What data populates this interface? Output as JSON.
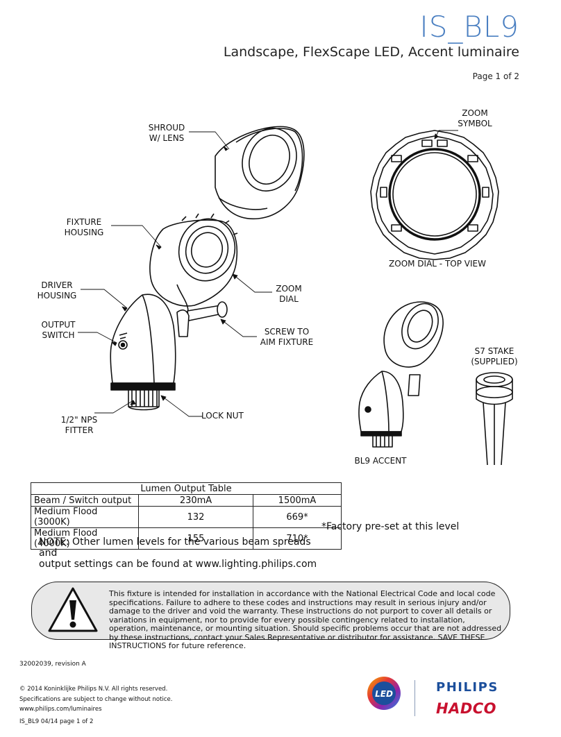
{
  "header": {
    "title": "IS_BL9",
    "subtitle": "Landscape, FlexScape LED, Accent luminaire",
    "page": "Page 1 of 2"
  },
  "labels": {
    "shroud_1": "SHROUD",
    "shroud_2": "W/ LENS",
    "fixture_1": "FIXTURE",
    "fixture_2": "HOUSING",
    "driver_1": "DRIVER",
    "driver_2": "HOUSING",
    "output_1": "OUTPUT",
    "output_2": "SWITCH",
    "nps_1": "1/2\" NPS",
    "nps_2": "FITTER",
    "zoomdial_1": "ZOOM",
    "zoomdial_2": "DIAL",
    "screw_1": "SCREW TO",
    "screw_2": "AIM FIXTURE",
    "locknut": "LOCK NUT",
    "zoomsym_1": "ZOOM",
    "zoomsym_2": "SYMBOL",
    "topview": "ZOOM DIAL - TOP VIEW",
    "stake_1": "S7 STAKE",
    "stake_2": "(SUPPLIED)",
    "accent": "BL9 ACCENT"
  },
  "table": {
    "caption": "Lumen Output Table",
    "headers": [
      "Beam / Switch output",
      "230mA",
      "1500mA"
    ],
    "rows": [
      [
        "Medium Flood (3000K)",
        "132",
        "669*"
      ],
      [
        "Medium Flood (4000K)",
        "155",
        "710*"
      ]
    ]
  },
  "factory_note": "*Factory pre-set at this level",
  "note_1": "NOTE:  Other lumen levels for the various beam spreads and",
  "note_2": "output settings can be found at www.lighting.philips.com",
  "warning": "This fixture is intended for installation in accordance with the National Electrical Code and local code specifications.  Failure to adhere to these codes and instructions may result in serious injury and/or damage to the driver and void the warranty.  These instructions do not purport to cover all details or variations in equipment, nor to provide for every possible contingency related to installation, operation, maintenance, or mounting situation.  Should specific problems occur that are not addressed by these instructions, contact your Sales Representative or distributor for assistance.  SAVE THESE INSTRUCTIONS for future reference.",
  "doc_code": "32002039, revision A",
  "copyright_1": "© 2014 Koninklijke Philips N.V.  All rights reserved.",
  "copyright_2": "Specifications are subject to change without notice.",
  "copyright_3": "www.philips.com/luminaires",
  "footer": "IS_BL9    04/14    page 1 of 2",
  "logos": {
    "led": "LED",
    "philips": "PHILIPS",
    "hadco": "HADCO"
  },
  "colors": {
    "title_blue": "#4a7fc1",
    "philips_blue": "#1c4f9c",
    "hadco_red": "#c8102e"
  }
}
